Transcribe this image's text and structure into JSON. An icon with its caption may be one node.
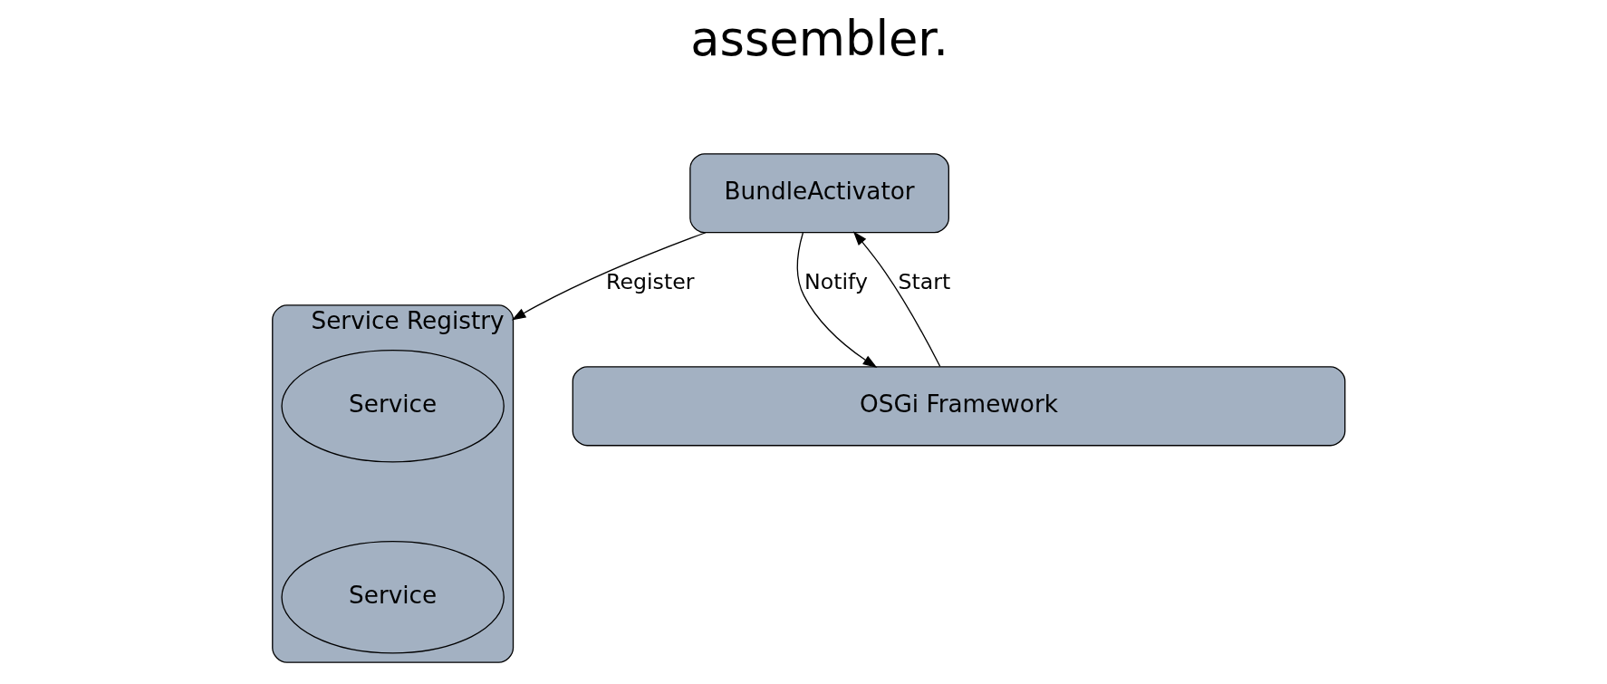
{
  "diagram": {
    "nodes": [
      {
        "text": [
          "BundleActivator"
        ]
      },
      {
        "text": [
          "Service Registry"
        ]
      },
      {
        "text": [
          "Service"
        ],
        "in": 1
      },
      {
        "text": [
          "Service"
        ],
        "in": 1
      },
      {
        "text": [
          "OSGi Framework"
        ]
      }
    ],
    "edges": [
      {
        "from": 0,
        "to": 1,
        "arrow": "to",
        "label": "Register"
      },
      {
        "from": 4,
        "to": 0,
        "arrow": "to",
        "label": "Start"
      },
      {
        "from": 0,
        "to": 4,
        "arrow": "to",
        "label": "Notify"
      }
    ],
    "labels": [
      "assembler."
    ]
  }
}
